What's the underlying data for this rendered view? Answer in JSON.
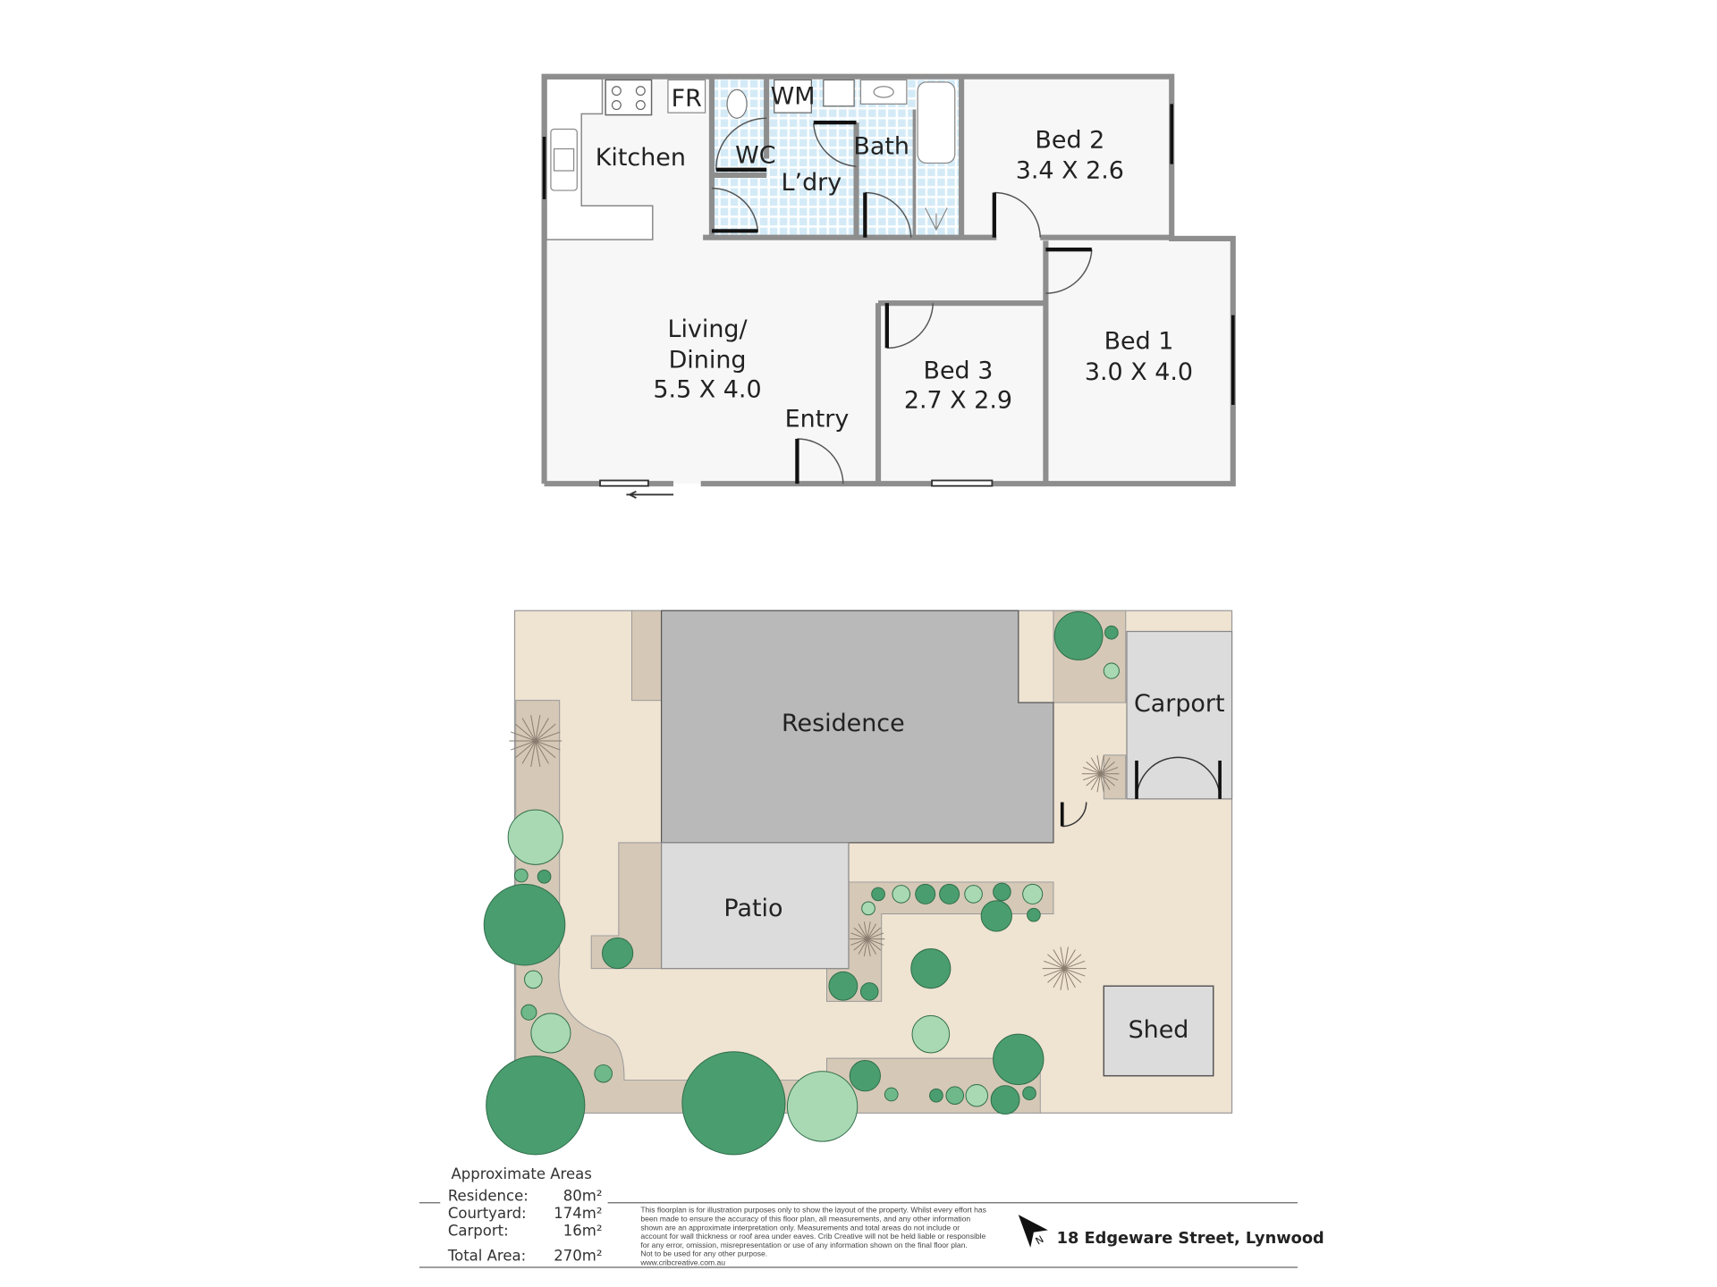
{
  "floorplan": {
    "rooms": {
      "kitchen": "Kitchen",
      "fridge": "FR",
      "wc": "WC",
      "washing_machine": "WM",
      "laundry": "L’dry",
      "bath": "Bath",
      "bed2_name": "Bed 2",
      "bed2_size": "3.4 X 2.6",
      "living_1": "Living/",
      "living_2": "Dining",
      "living_size": "5.5 X 4.0",
      "entry": "Entry",
      "bed3_name": "Bed 3",
      "bed3_size": "2.7 X 2.9",
      "bed1_name": "Bed 1",
      "bed1_size": "3.0 X 4.0"
    }
  },
  "siteplan": {
    "residence": "Residence",
    "carport": "Carport",
    "patio": "Patio",
    "shed": "Shed"
  },
  "areas": {
    "title": "Approximate Areas",
    "rows": [
      {
        "label": "Residence:",
        "value": "80m²"
      },
      {
        "label": "Courtyard:",
        "value": "174m²"
      },
      {
        "label": "Carport:",
        "value": "16m²"
      }
    ],
    "total_label": "Total Area:",
    "total_value": "270m²"
  },
  "disclaimer": [
    "This floorplan is for illustration purposes only to show the layout of the property. Whilst every effort has",
    "been made to ensure the accuracy of this floor plan, all measurements, and any other information",
    "shown are an approximate interpretation only. Measurements and total areas do not include or",
    "account for wall thickness or roof area under eaves. Crib Creative will not be held liable or responsible",
    "for any error, omission, misrepresentation or use of any information shown on the final floor plan.",
    "Not to be used for any other purpose.",
    "www.cribcreative.com.au"
  ],
  "north_label": "N",
  "address": "18 Edgeware Street, Lynwood",
  "colors": {
    "wall": "#8e8e8e",
    "room": "#f7f7f7",
    "tile": "#d4ebf7",
    "ground": "#efe3d2",
    "bed": "#d5c8b6",
    "residence": "#b9b9b9",
    "structure": "#dcdcdc",
    "tree_dark": "#4a9d6f",
    "tree_mid": "#6fb88a",
    "tree_light": "#a9d9b3"
  }
}
